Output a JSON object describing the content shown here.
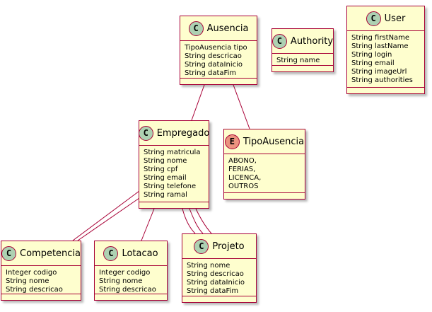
{
  "colors": {
    "class_fill": "#FEFECE",
    "border": "#A80036",
    "class_badge": "#ADD1B2",
    "enum_badge": "#EB937F"
  },
  "classes": {
    "ausencia": {
      "badge": "C",
      "name": "Ausencia",
      "fields": [
        "TipoAusencia tipo",
        "String descricao",
        "String dataInicio",
        "String dataFim"
      ]
    },
    "authority": {
      "badge": "C",
      "name": "Authority",
      "fields": [
        "String name"
      ]
    },
    "user": {
      "badge": "C",
      "name": "User",
      "fields": [
        "String firstName",
        "String lastName",
        "String login",
        "String email",
        "String imageUrl",
        "String authorities"
      ]
    },
    "empregado": {
      "badge": "C",
      "name": "Empregado",
      "fields": [
        "String matricula",
        "String nome",
        "String cpf",
        "String email",
        "String telefone",
        "String ramal"
      ]
    },
    "tipoausencia": {
      "badge": "E",
      "name": "TipoAusencia",
      "fields": [
        "ABONO,",
        "FERIAS,",
        "LICENCA,",
        "OUTROS"
      ]
    },
    "competencia": {
      "badge": "C",
      "name": "Competencia",
      "fields": [
        "Integer codigo",
        "String nome",
        "String descricao"
      ]
    },
    "lotacao": {
      "badge": "C",
      "name": "Lotacao",
      "fields": [
        "Integer codigo",
        "String nome",
        "String descricao"
      ]
    },
    "projeto": {
      "badge": "C",
      "name": "Projeto",
      "fields": [
        "String nome",
        "String descricao",
        "String dataInicio",
        "String dataFim"
      ]
    }
  }
}
